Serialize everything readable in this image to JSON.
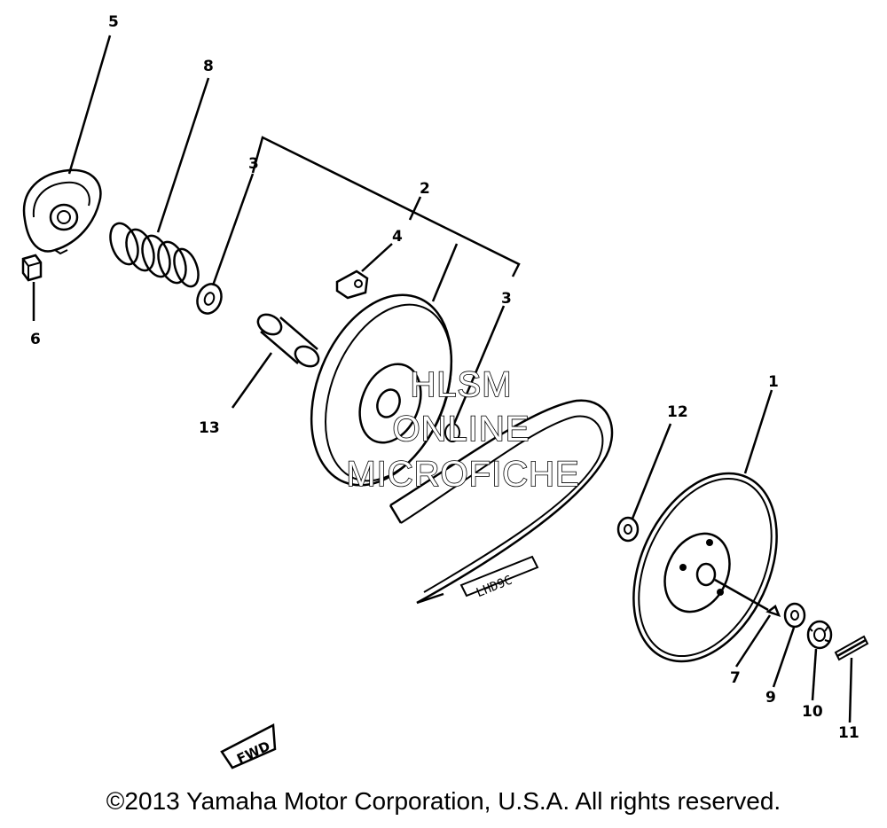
{
  "callouts": {
    "c1": "1",
    "c2": "2",
    "c3a": "3",
    "c3b": "3",
    "c4": "4",
    "c5": "5",
    "c6": "6",
    "c7": "7",
    "c8": "8",
    "c9": "9",
    "c10": "10",
    "c11": "11",
    "c12": "12",
    "c13": "13"
  },
  "watermark": {
    "line1": "HLSM",
    "line2": "ONLINE",
    "line3": "MICROFICHE"
  },
  "belt_marking": "LHD9C",
  "fwd_label": "FWD",
  "copyright": "©2013 Yamaha Motor Corporation, U.S.A. All rights reserved."
}
